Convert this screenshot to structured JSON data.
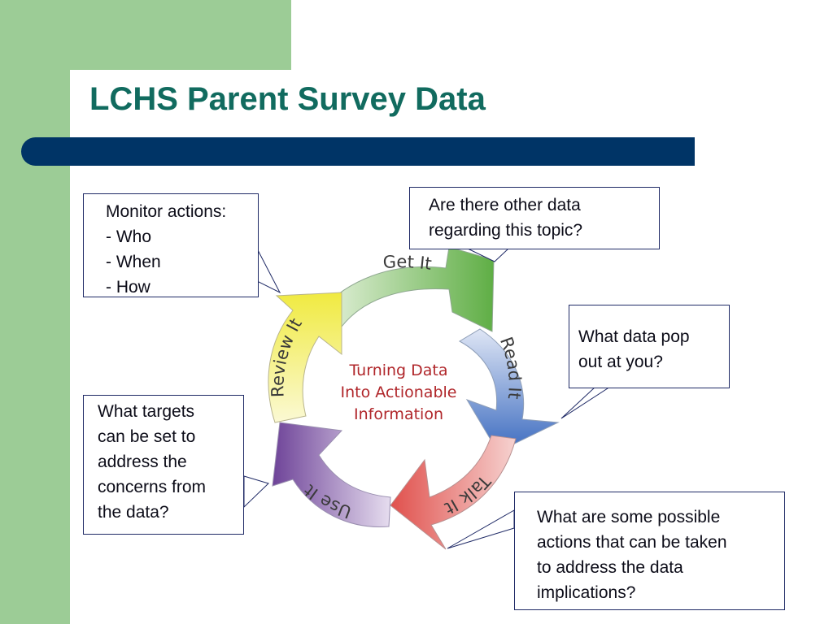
{
  "slide": {
    "title": "LCHS Parent Survey Data"
  },
  "cycle": {
    "center_lines": [
      "Turning Data",
      "Into Actionable",
      "Information"
    ],
    "stages": [
      {
        "label": "Get It",
        "color": "#6ab452"
      },
      {
        "label": "Read It",
        "color": "#4d7cc6"
      },
      {
        "label": "Talk It",
        "color": "#e25c58"
      },
      {
        "label": "Use It",
        "color": "#7a4e9e"
      },
      {
        "label": "Review It",
        "color": "#f2ee52"
      }
    ]
  },
  "callouts": {
    "monitor": [
      "Monitor actions:",
      "- Who",
      "- When",
      "- How"
    ],
    "other_data": [
      "Are there other data",
      "regarding this topic?"
    ],
    "pop_out": [
      "What data pop",
      "out at you?"
    ],
    "targets": [
      "What targets",
      "can be set to",
      "address the",
      "concerns from",
      "the data?"
    ],
    "actions": [
      "What are some possible",
      "actions that can be taken",
      "to address the data",
      "implications?"
    ]
  },
  "colors": {
    "green_band": "#9ccc96",
    "title": "#116b5f",
    "title_bar": "#003466",
    "center_text": "#b0262a"
  }
}
